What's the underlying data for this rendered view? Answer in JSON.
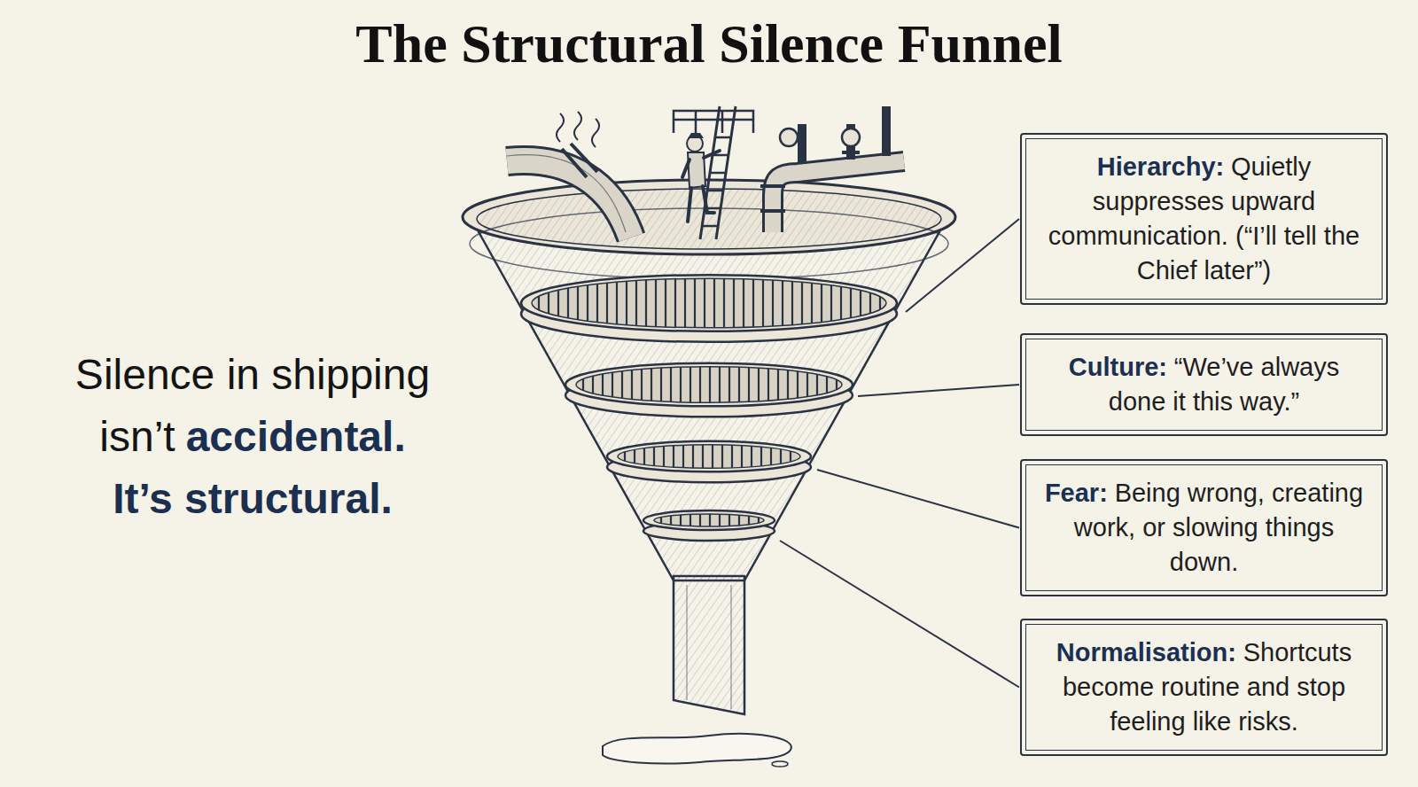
{
  "diagram": {
    "title": "The Structural Silence Funnel",
    "nodes": [
      {
        "text": [
          "Hierarchy:",
          "Quietly suppresses upward communication. (“I’ll tell the Chief later”)"
        ]
      },
      {
        "text": [
          "Culture:",
          "“We’ve always done it this way.”"
        ]
      },
      {
        "text": [
          "Fear:",
          "Being wrong, creating work, or slowing things down."
        ]
      },
      {
        "text": [
          "Normalisation:",
          "Shortcuts become routine and stop feeling like risks."
        ]
      }
    ],
    "labels": [
      "Silence in shipping isn’t",
      "accidental.",
      "It’s structural."
    ]
  }
}
